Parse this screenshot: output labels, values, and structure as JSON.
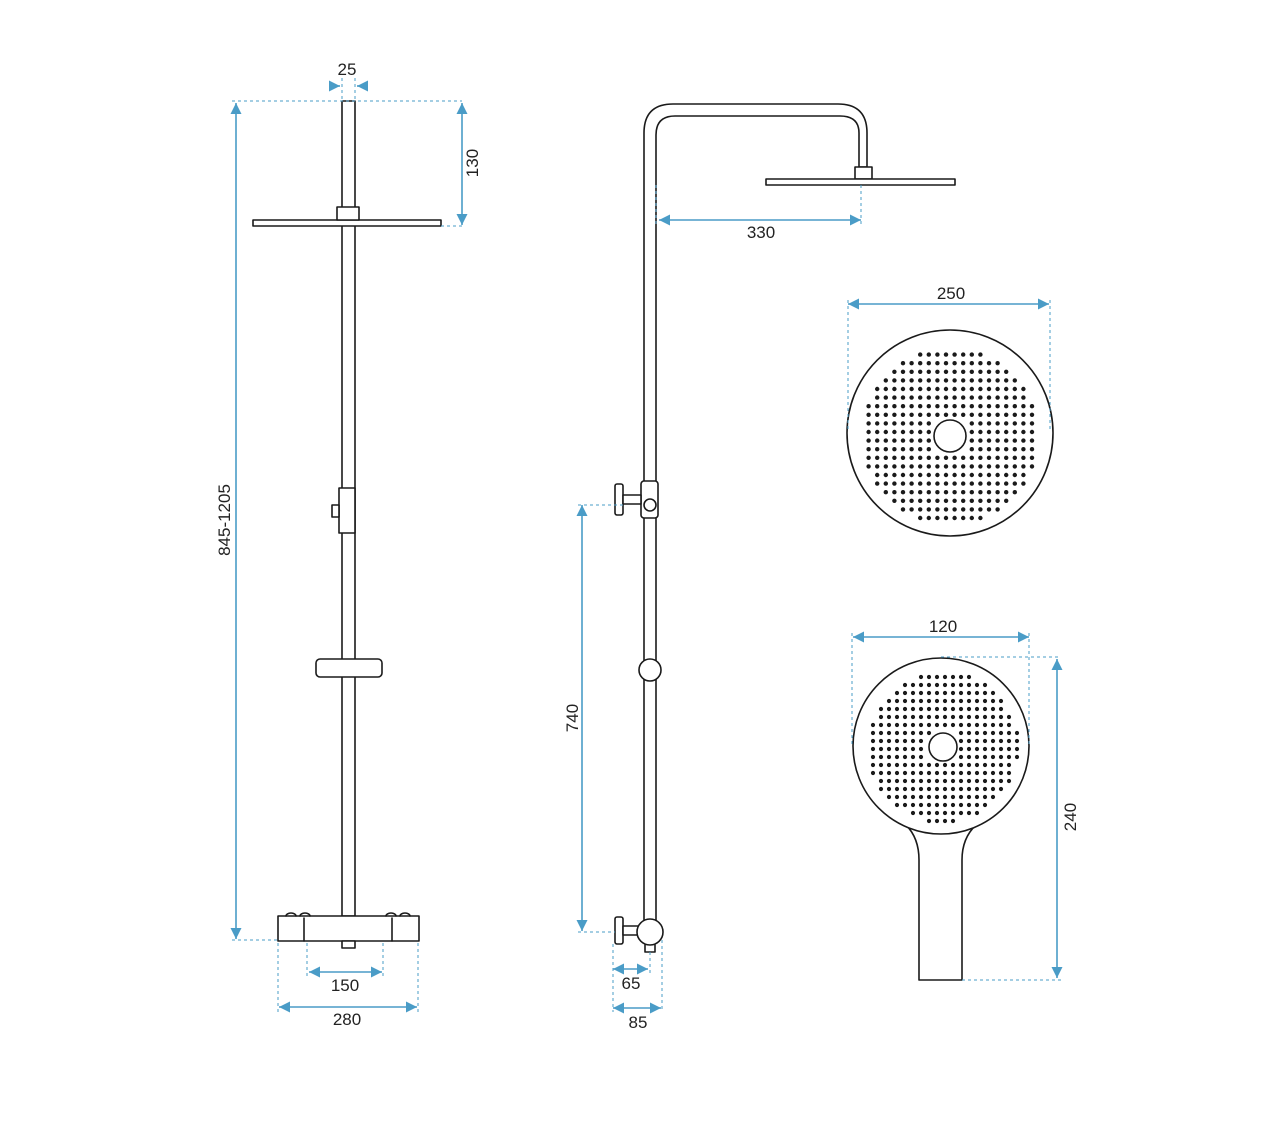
{
  "colors": {
    "outline": "#1a1a1a",
    "dimension": "#4a9cc7",
    "background": "#ffffff"
  },
  "dimensions": {
    "pipe_diameter": "25",
    "head_height": "130",
    "total_height": "845-1205",
    "inlet_spacing": "150",
    "mixer_width": "280",
    "arm_reach": "330",
    "valve_height": "740",
    "valve_depth": "65",
    "mixer_depth": "85",
    "rain_head_diameter": "250",
    "hand_head_diameter": "120",
    "hand_shower_length": "240"
  }
}
